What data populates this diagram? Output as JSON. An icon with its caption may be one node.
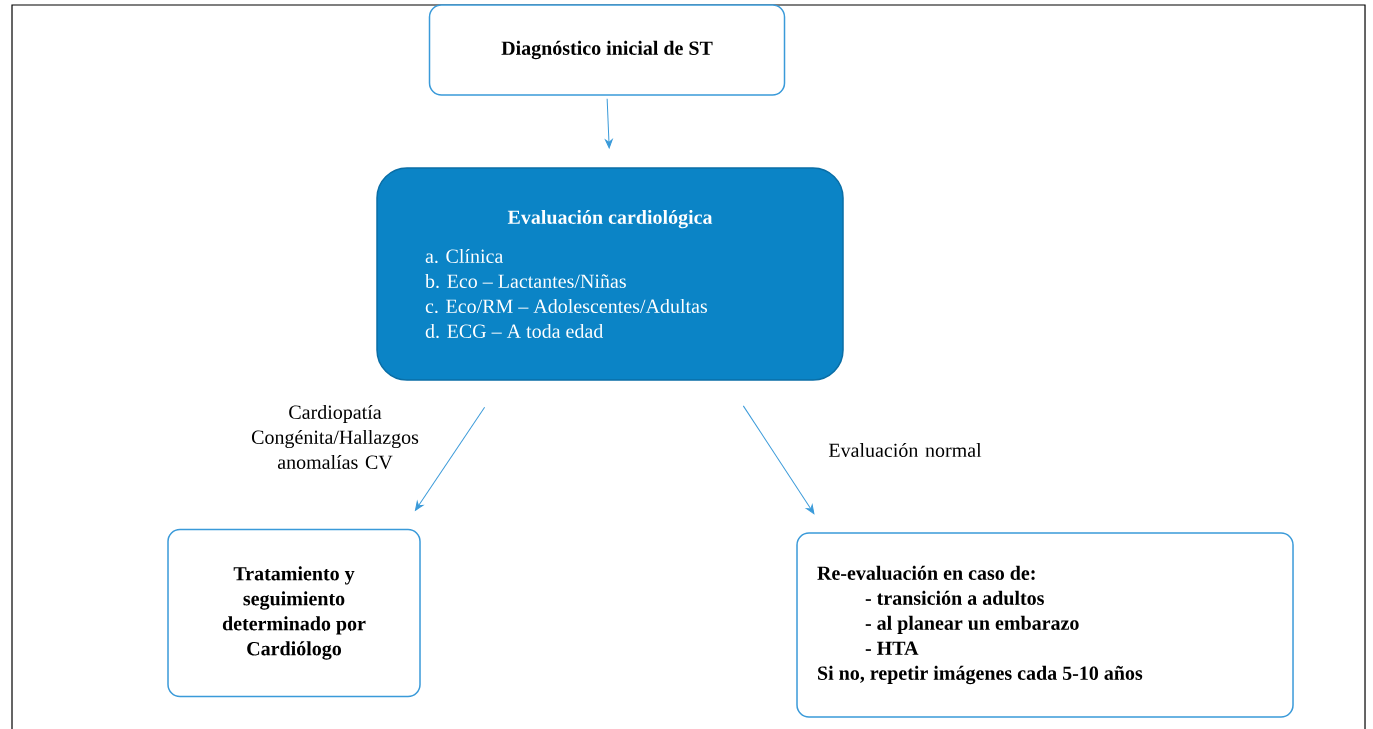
{
  "diagram": {
    "nodes": [
      {
        "text": [
          "Diagnóstico inicial de ST"
        ]
      },
      {
        "text": [
          "Evaluación cardiológica",
          "a. Clínica",
          "b. Eco – Lactantes/Niñas",
          "c. Eco/RM – Adolescentes/Adultas",
          "d. ECG – A toda edad"
        ]
      },
      {
        "text": [
          "Tratamiento y seguimiento determinado por Cardiólogo"
        ]
      },
      {
        "text": [
          "Re-evaluación en caso de:",
          "- transición a adultos",
          "- al planear un embarazo",
          "- HTA",
          "Si no, repetir imágenes cada 5-10 años"
        ]
      }
    ],
    "edges": [
      {
        "from": 0,
        "to": 1,
        "arrow": "to"
      },
      {
        "from": 1,
        "to": 2,
        "arrow": "to",
        "label": "Cardiopatía Congénita/Hallazgos anomalías CV"
      },
      {
        "from": 1,
        "to": 3,
        "arrow": "to",
        "label": "Evaluación normal"
      }
    ]
  }
}
